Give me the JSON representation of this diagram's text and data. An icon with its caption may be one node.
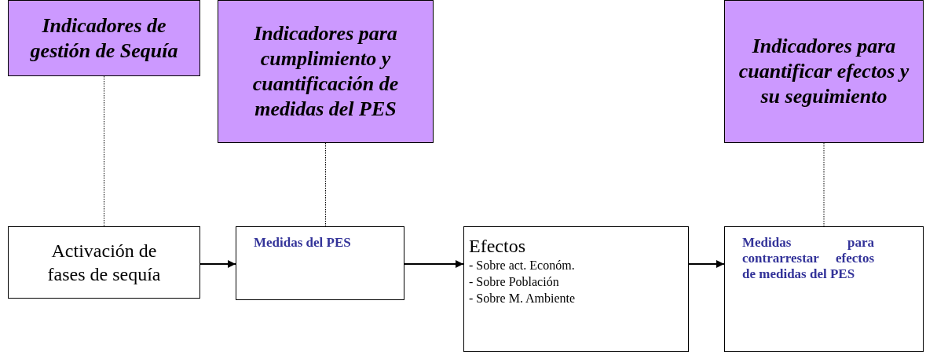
{
  "diagram": {
    "nodes": [
      {
        "text": [
          "Indicadores de gestión de Sequía"
        ]
      },
      {
        "text": [
          "Indicadores para cumplimiento y cuantificación de medidas del PES"
        ]
      },
      {
        "text": [
          "Indicadores para cuantificar efectos y su seguimiento"
        ]
      },
      {
        "text": [
          "Activación de fases de sequía"
        ]
      },
      {
        "text": [
          "Medidas del PES"
        ]
      },
      {
        "text": [
          "Efectos",
          "- Sobre act. Económ.",
          "- Sobre Población",
          "- Sobre M. Ambiente"
        ]
      },
      {
        "text": [
          "Medidas para contrarrestar efectos de medidas del PES"
        ]
      }
    ],
    "edges": [
      {
        "from": 0,
        "to": 3,
        "arrow": "none",
        "style": "dashed"
      },
      {
        "from": 1,
        "to": 4,
        "arrow": "none",
        "style": "dashed"
      },
      {
        "from": 2,
        "to": 6,
        "arrow": "none",
        "style": "dashed"
      },
      {
        "from": 3,
        "to": 4,
        "arrow": "to"
      },
      {
        "from": 4,
        "to": 5,
        "arrow": "to"
      },
      {
        "from": 5,
        "to": 6,
        "arrow": "to"
      }
    ]
  }
}
